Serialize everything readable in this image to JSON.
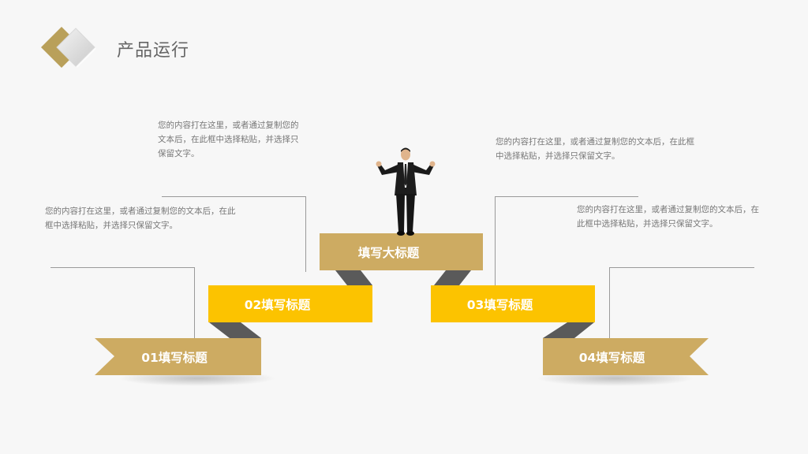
{
  "header": {
    "title": "产品运行"
  },
  "center": {
    "title": "填写大标题"
  },
  "steps": [
    {
      "label": "01填写标题"
    },
    {
      "label": "02填写标题"
    },
    {
      "label": "03填写标题"
    },
    {
      "label": "04填写标题"
    }
  ],
  "texts": {
    "top_left": "您的内容打在这里，或者通过复制您的文本后，在此框中选择粘贴，并选择只保留文字。",
    "mid_left": "您的内容打在这里，或者通过复制您的文本后，在此框中选择粘贴，并选择只保留文字。",
    "top_right": "您的内容打在这里，或者通过复制您的文本后，在此框中选择粘贴，并选择只保留文字。",
    "mid_right": "您的内容打在这里，或者通过复制您的文本后，在此框中选择粘贴，并选择只保留文字。"
  },
  "colors": {
    "gold": "#cdab62",
    "yellow": "#fcc300",
    "dark_fold": "#555555",
    "text_gray": "#777777"
  }
}
